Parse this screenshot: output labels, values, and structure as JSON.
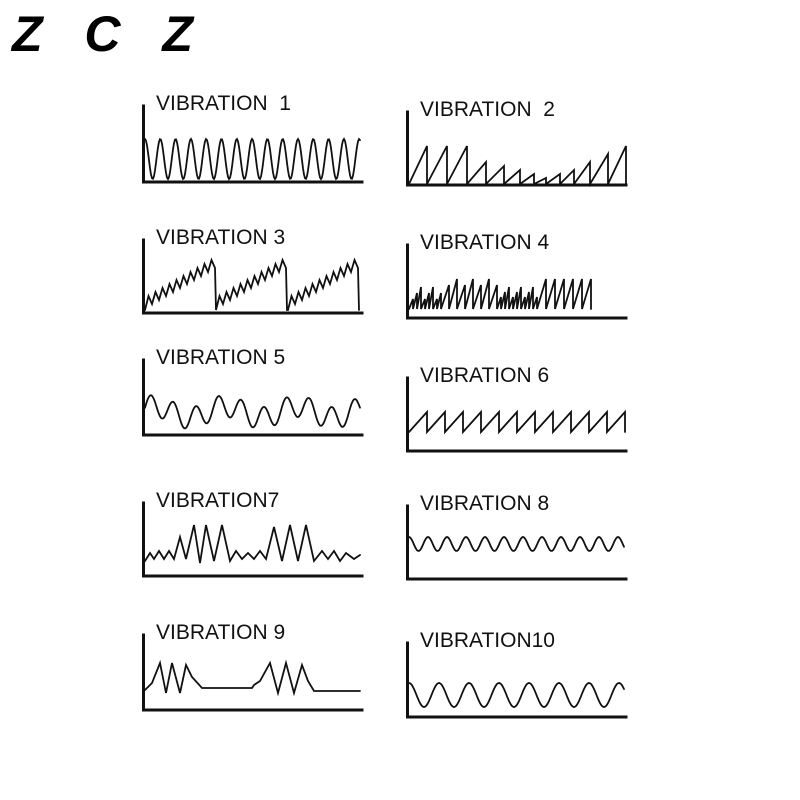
{
  "brand": {
    "logo_text": "Z C Z"
  },
  "patterns": [
    {
      "label": "VIBRATION  1",
      "shape": "sine-high"
    },
    {
      "label": "VIBRATION  2",
      "shape": "sawtooth-varying"
    },
    {
      "label": "VIBRATION 3",
      "shape": "rising-zigzag-bursts"
    },
    {
      "label": "VIBRATION 4",
      "shape": "dense-sawtooth"
    },
    {
      "label": "VIBRATION 5",
      "shape": "irregular-wave"
    },
    {
      "label": "VIBRATION 6",
      "shape": "sawtooth-low"
    },
    {
      "label": "VIBRATION7",
      "shape": "random-spikes"
    },
    {
      "label": "VIBRATION 8",
      "shape": "sine-small"
    },
    {
      "label": "VIBRATION 9",
      "shape": "sawtooth-bursts-flat"
    },
    {
      "label": "VIBRATION10",
      "shape": "sine-medium"
    }
  ],
  "colors": {
    "line": "#111111",
    "background": "#ffffff"
  }
}
